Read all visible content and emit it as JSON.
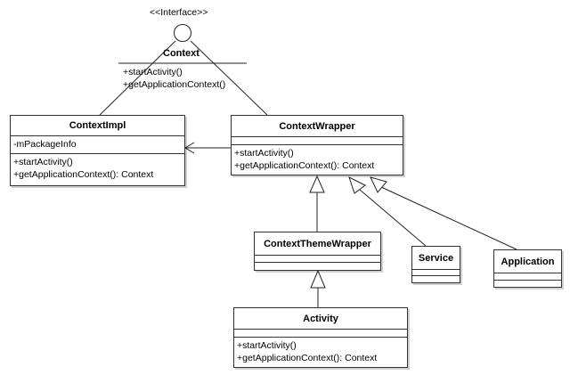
{
  "interface": {
    "stereotype": "<<Interface>>",
    "name": "Context",
    "operations": [
      "+startActivity()",
      "+getApplicationContext()"
    ]
  },
  "classes": {
    "context_impl": {
      "name": "ContextImpl",
      "attributes": [
        "-mPackageInfo"
      ],
      "operations": [
        "+startActivity()",
        "+getApplicationContext(): Context"
      ]
    },
    "context_wrapper": {
      "name": "ContextWrapper",
      "attributes": [],
      "operations": [
        "+startActivity()",
        "+getApplicationContext(): Context"
      ]
    },
    "context_theme_wrapper": {
      "name": "ContextThemeWrapper",
      "attributes": [],
      "operations": []
    },
    "service": {
      "name": "Service",
      "attributes": [],
      "operations": []
    },
    "application": {
      "name": "Application",
      "attributes": [],
      "operations": []
    },
    "activity": {
      "name": "Activity",
      "attributes": [],
      "operations": [
        "+startActivity()",
        "+getApplicationContext(): Context"
      ]
    }
  }
}
